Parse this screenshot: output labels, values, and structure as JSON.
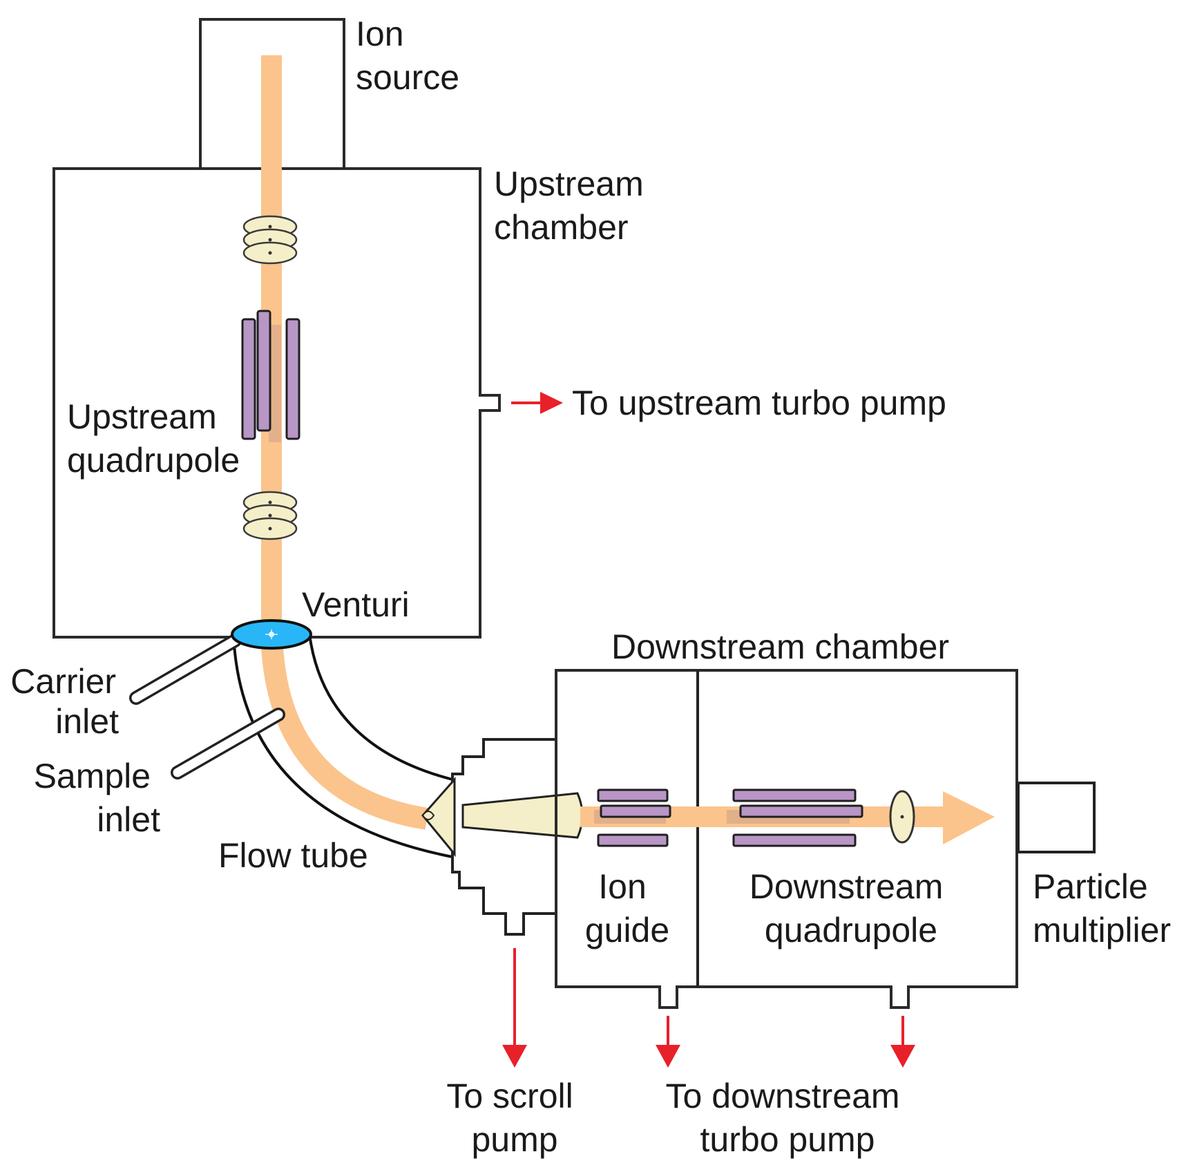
{
  "labels": {
    "ion_source": [
      "Ion",
      "source"
    ],
    "upstream_chamber": [
      "Upstream",
      "chamber"
    ],
    "to_upstream_turbo_pump": "To upstream turbo pump",
    "upstream_quadrupole": [
      "Upstream",
      "quadrupole"
    ],
    "venturi": "Venturi",
    "downstream_chamber": "Downstream chamber",
    "carrier_inlet": [
      "Carrier",
      "inlet"
    ],
    "sample_inlet": [
      "Sample",
      "inlet"
    ],
    "flow_tube": "Flow tube",
    "ion_guide": [
      "Ion",
      "guide"
    ],
    "downstream_quadrupole": [
      "Downstream",
      "quadrupole"
    ],
    "particle_multiplier": [
      "Particle",
      "multiplier"
    ],
    "to_scroll_pump": [
      "To scroll",
      "pump"
    ],
    "to_downstream_turbo_pump": [
      "To downstream",
      "turbo pump"
    ]
  },
  "colors": {
    "ion_beam": "#fbc48c",
    "quadrupole_rods": "#b896c6",
    "lens_discs": "#f4efc8",
    "venturi": "#29b6f6",
    "pump_arrows": "#e8202a",
    "outline": "#2a2a2a"
  }
}
